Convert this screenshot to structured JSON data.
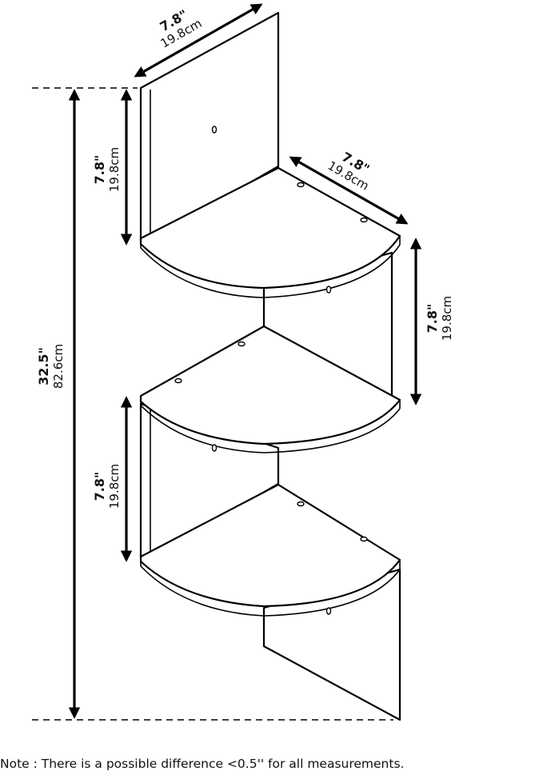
{
  "dimensions": {
    "top_width": {
      "inches": "7.8\"",
      "cm": "19.8cm"
    },
    "top_depth": {
      "inches": "7.8\"",
      "cm": "19.8cm"
    },
    "upper_gap": {
      "inches": "7.8\"",
      "cm": "19.8cm"
    },
    "middle_gap": {
      "inches": "7.8\"",
      "cm": "19.8cm"
    },
    "lower_gap": {
      "inches": "7.8\"",
      "cm": "19.8cm"
    },
    "overall_height": {
      "inches": "32.5\"",
      "cm": "82.6cm"
    }
  },
  "note": "Note : There is a possible difference <0.5'' for all measurements."
}
